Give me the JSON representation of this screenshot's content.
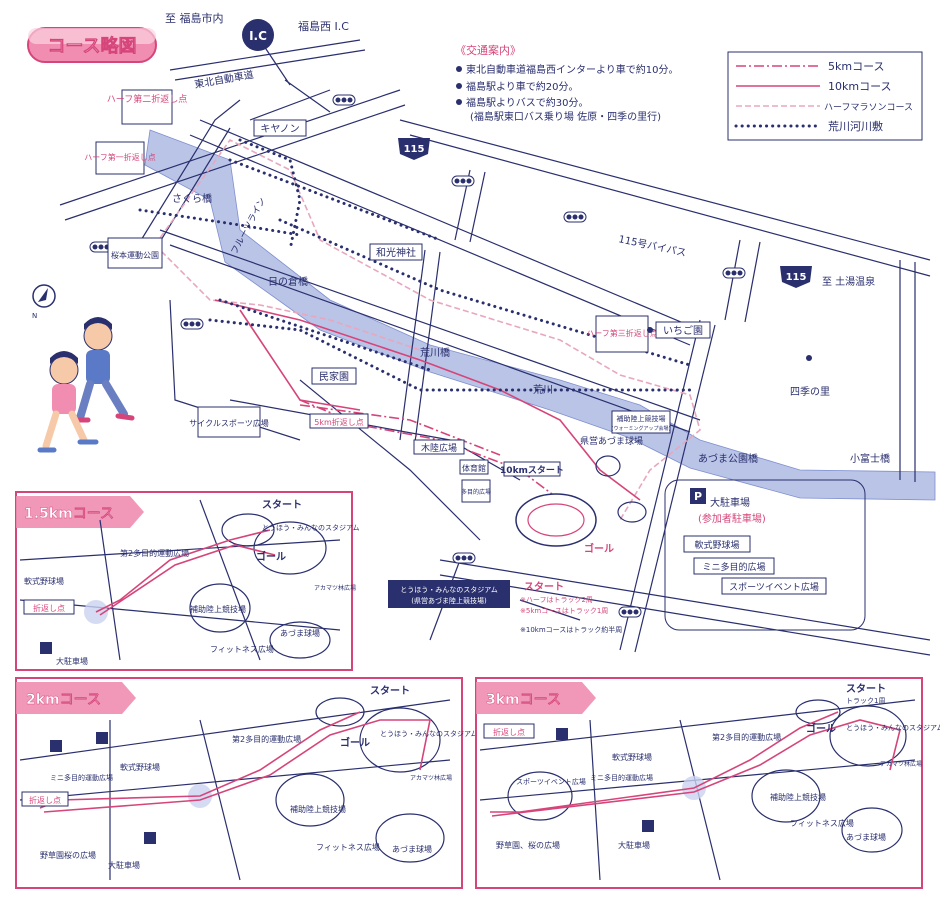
{
  "title": "コース略図",
  "ic": {
    "badge": "I.C",
    "to_fukushima": "至 福島市内",
    "name": "福島西 I.C",
    "expressway": "東北自動車道"
  },
  "access": {
    "title": "《交通案内》",
    "lines": [
      "東北自動車道福島西インターより車で約10分。",
      "福島駅より車で約20分。",
      "福島駅よりバスで約30分。",
      "(福島駅東口バス乗り場 佐原・四季の里行)"
    ]
  },
  "legend": [
    {
      "label": "5kmコース",
      "style": "course5"
    },
    {
      "label": "10kmコース",
      "style": "course10"
    },
    {
      "label": "ハーフマラソンコース",
      "style": "courseH"
    },
    {
      "label": "荒川河川敷",
      "style": "dots"
    }
  ],
  "route_badges": [
    "115",
    "115"
  ],
  "places": {
    "half2": "ハーフ第二折返し点",
    "half1": "ハーフ第一折返し点",
    "half3": "ハーフ第三折返し点",
    "canon": "キヤノン",
    "sakurabashi": "さくら橋",
    "sakuramoto": "桜本運動公園",
    "fruit_line": "フルーツライン",
    "hinokura": "日の倉橋",
    "wako": "和光神社",
    "bypass": "115号バイパス",
    "tsuchiyu": "至 土湯温泉",
    "ichigoen": "いちご園",
    "arakawabashi": "荒川橋",
    "minka": "民家園",
    "arakawa": "荒川",
    "shikinosato": "四季の里",
    "cycle": "サイクルスポーツ広場",
    "turn5": "5km折返し点",
    "hojo": "補助陸上競技場",
    "warmup": "(ウォーミングアップ会場)",
    "kendo": "県営あづま球場",
    "azumabashi": "あづま公園橋",
    "kofuji": "小富士橋",
    "mokuriku": "木陸広場",
    "taiikukan": "体育館",
    "tamokuteki": "多目的広場",
    "start10": "10kmスタート",
    "goal": "ゴール",
    "parking": "大駐車場",
    "parking_note": "(参加者駐車場)",
    "softball": "軟式野球場",
    "mini": "ミニ多目的広場",
    "sports_event": "スポーツイベント広場",
    "stadium": "とうほう・みんなのスタジアム",
    "stadium_sub": "(県営あづま陸上競技場)",
    "start": "スタート",
    "start_note1": "※ハーフはトラック2周",
    "start_note2": "※5kmコースはトラック1周",
    "start_note3": "※10kmコースはトラック約半周"
  },
  "insets": [
    {
      "title": "1.5kmコース",
      "labels": {
        "start": "スタート",
        "goal": "ゴール",
        "stadium": "とうほう・みんなのスタジアム",
        "field2": "第2多目的運動広場",
        "softball": "軟式野球場",
        "turn": "折返し点",
        "parking": "大駐車場",
        "hojo": "補助陸上競技場",
        "fitness": "フィットネス広場",
        "azuma": "あづま球場",
        "akamatsu": "アカマツ林広場"
      }
    },
    {
      "title": "2kmコース",
      "labels": {
        "start": "スタート",
        "goal": "ゴール",
        "stadium": "とうほう・みんなのスタジアム",
        "field2": "第2多目的運動広場",
        "softball": "軟式野球場",
        "mini": "ミニ多目的運動広場",
        "turn": "折返し点",
        "nokusa": "野草園桜の広場",
        "parking": "大駐車場",
        "hojo": "補助陸上競技場",
        "fitness": "フィットネス広場",
        "azuma": "あづま球場",
        "akamatsu": "アカマツ林広場"
      }
    },
    {
      "title": "3kmコース",
      "labels": {
        "start": "スタート",
        "start_note": "トラック1周",
        "goal": "ゴール",
        "stadium": "とうほう・みんなのスタジアム",
        "field2": "第2多目的運動広場",
        "softball": "軟式野球場",
        "mini": "ミニ多目的運動広場",
        "sports": "スポーツイベント広場",
        "turn": "折返し点",
        "nokusa": "野草園、桜の広場",
        "parking": "大駐車場",
        "hojo": "補助陸上競技場",
        "fitness": "フィットネス広場",
        "azuma": "あづま球場",
        "akamatsu": "アカマツ林広場"
      }
    }
  ]
}
